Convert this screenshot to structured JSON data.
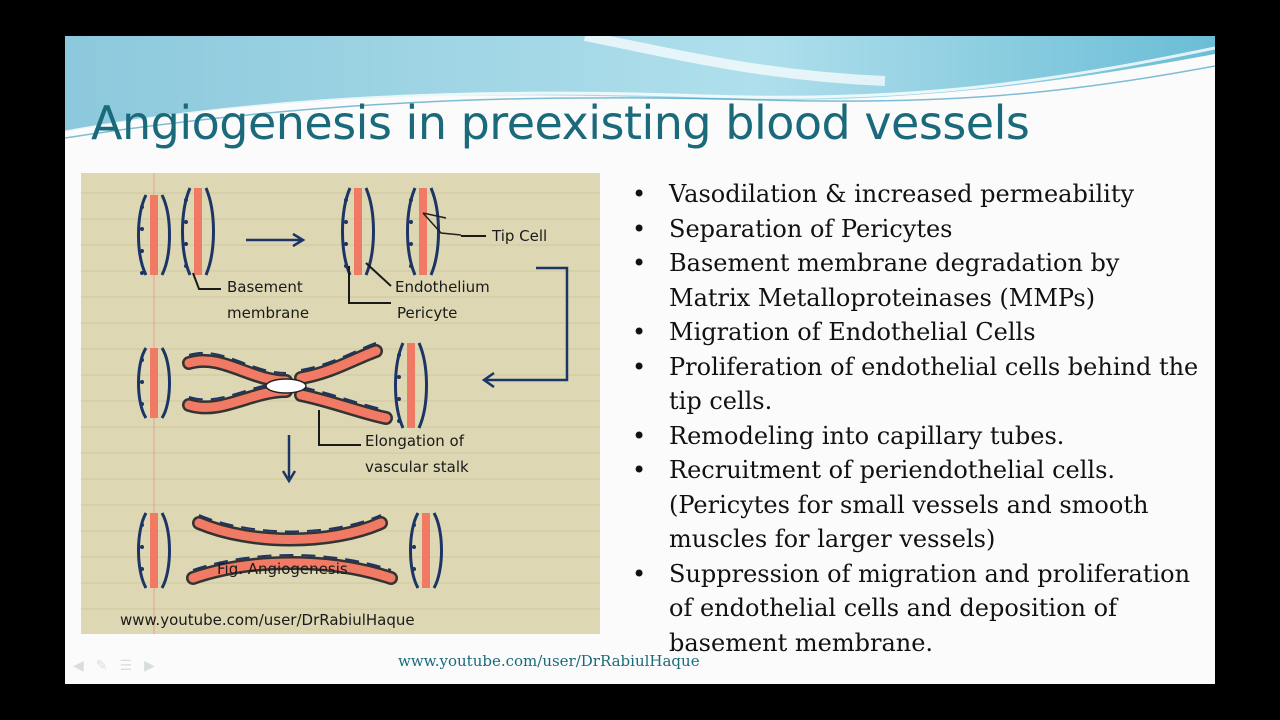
{
  "slide": {
    "title": "Angiogenesis in preexisting blood vessels",
    "footer_url": "www.youtube.com/user/DrRabiulHaque",
    "bullets": [
      "Vasodilation & increased permeability",
      "Separation of Pericytes",
      "Basement membrane degradation by Matrix Metalloproteinases (MMPs)",
      "Migration of Endothelial Cells",
      "Proliferation of endothelial cells behind the tip cells.",
      "Remodeling into capillary tubes.",
      "Recruitment of periendothelial cells. (Pericytes for small vessels and smooth muscles for larger vessels)",
      "Suppression of migration and proliferation of endothelial cells and deposition of basement membrane."
    ]
  },
  "figure": {
    "labels": {
      "tip_cell": "Tip Cell",
      "basement_membrane_1": "Basement",
      "basement_membrane_2": "membrane",
      "endothelium": "Endothelium",
      "pericyte": "Pericyte",
      "elongation_1": "Elongation of",
      "elongation_2": "vascular stalk",
      "caption": "Fig. Angiogenesis",
      "watermark": "www.youtube.com/user/DrRabiulHaque"
    },
    "colors": {
      "background": "#ddd8b3",
      "vessel": "#f07a63",
      "cell_outline": "#1c3566",
      "arrow": "#1c3566"
    }
  },
  "nav": {
    "icons": [
      "prev-icon",
      "pen-icon",
      "menu-icon",
      "next-icon"
    ]
  }
}
